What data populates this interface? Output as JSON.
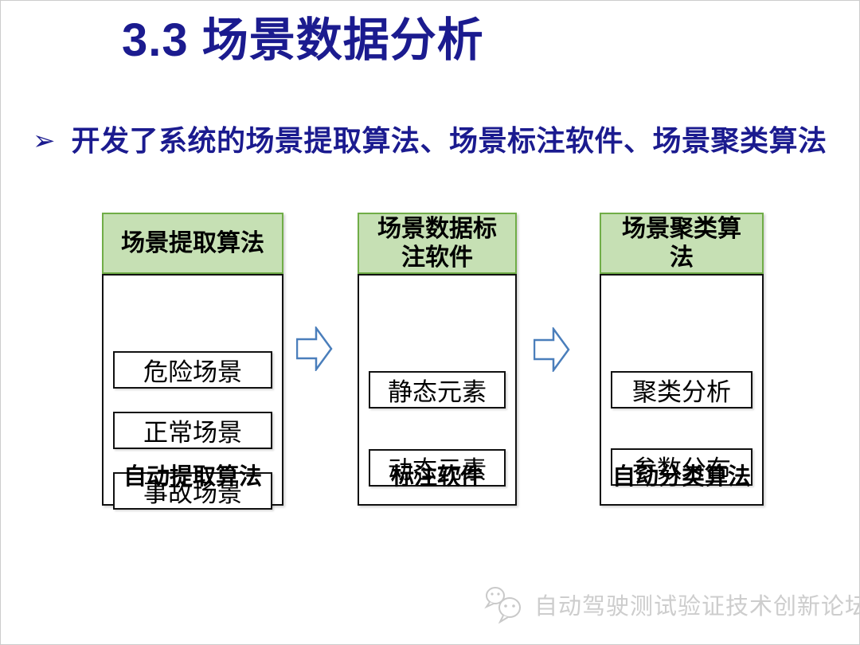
{
  "slide": {
    "title": "3.3 场景数据分析",
    "bullet": {
      "marker": "➢",
      "text": "开发了系统的场景提取算法、场景标注软件、场景聚类算法"
    },
    "columns": [
      {
        "header": "场景提取算法",
        "items": [
          "危险场景",
          "正常场景",
          "事故场景"
        ],
        "footer": "自动提取算法"
      },
      {
        "header": "场景数据标注软件",
        "items": [
          "静态元素",
          "动态元素"
        ],
        "footer": "标注软件"
      },
      {
        "header": "场景聚类算法",
        "items": [
          "聚类分析",
          "参数分布"
        ],
        "footer": "自动分类算法"
      }
    ],
    "watermark": {
      "text": "自动驾驶测试验证技术创新论坛"
    },
    "colors": {
      "title_navy": "#1b1b8f",
      "header_fill": "#c6e0b4",
      "header_border": "#70ad47",
      "box_border": "#111111",
      "arrow_blue": "#4a7ebb",
      "watermark_gray": "#cdcdcd"
    }
  }
}
